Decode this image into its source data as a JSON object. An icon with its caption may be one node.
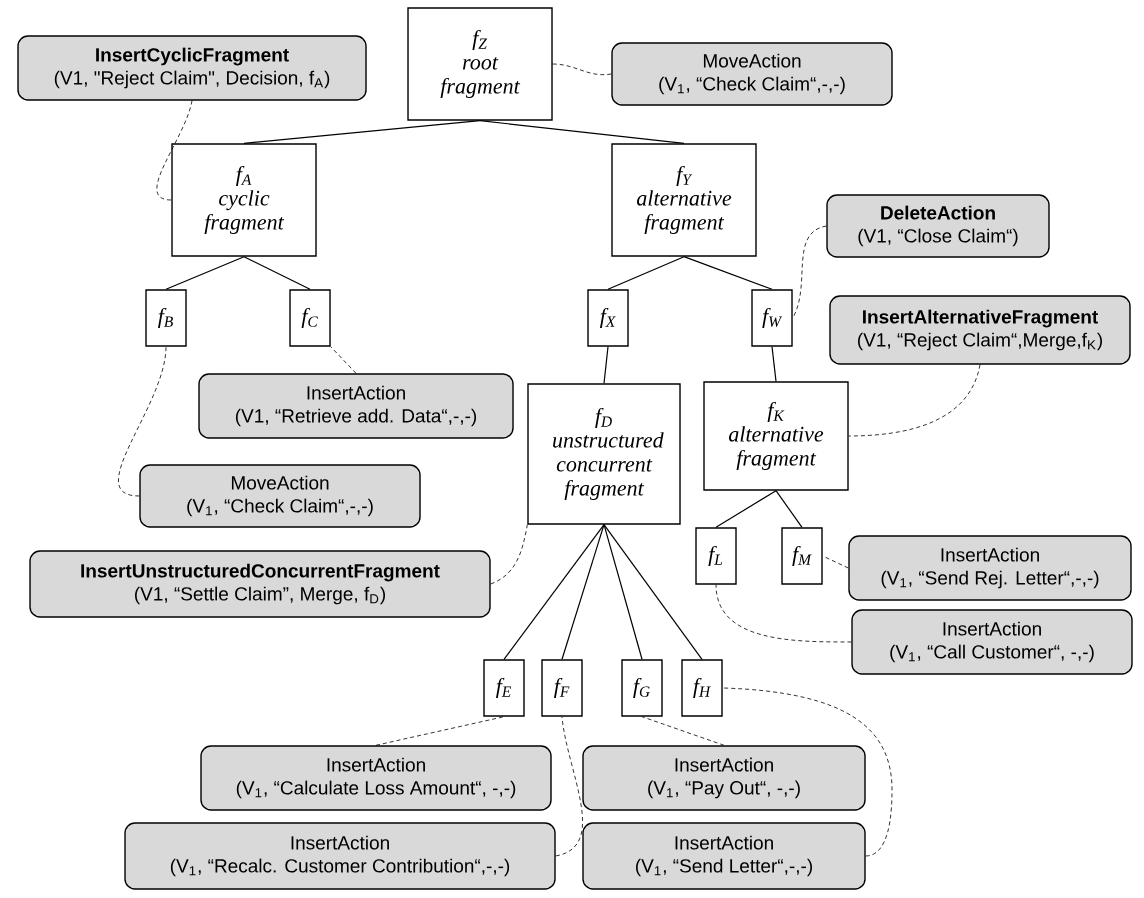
{
  "diagram": {
    "nodes": [
      {
        "text": [
          "f$_{Z}$",
          "root fragment"
        ]
      },
      {
        "text": [
          "f$_{A}$",
          "cyclic fragment"
        ]
      },
      {
        "text": [
          "f$_{Y}$",
          "alternative fragment"
        ]
      },
      {
        "text": [
          "f$_{B}$"
        ]
      },
      {
        "text": [
          "f$_{C}$"
        ]
      },
      {
        "text": [
          "f$_{X}$"
        ]
      },
      {
        "text": [
          "f$_{W}$"
        ]
      },
      {
        "text": [
          "f$_{D}$",
          "unstructured concurrent fragment"
        ]
      },
      {
        "text": [
          "f$_{K}$",
          "alternative fragment"
        ]
      },
      {
        "text": [
          "f$_{L}$"
        ]
      },
      {
        "text": [
          "f$_{M}$"
        ]
      },
      {
        "text": [
          "f$_{E}$"
        ]
      },
      {
        "text": [
          "f$_{F}$"
        ]
      },
      {
        "text": [
          "f$_{G}$"
        ]
      },
      {
        "text": [
          "f$_{H}$"
        ]
      },
      {
        "text": [
          "InsertCyclicFragment",
          "(V1, \"Reject Claim\", Decision, f$_{A}$)"
        ]
      },
      {
        "text": [
          "MoveAction",
          "(V$_{1}$, “Check Claim“,-,-)"
        ]
      },
      {
        "text": [
          "DeleteAction",
          "(V1, “Close Claim“)"
        ]
      },
      {
        "text": [
          "InsertAlternativeFragment",
          "(V1, “Reject Claim“,Merge,f$_{K}$)"
        ]
      },
      {
        "text": [
          "InsertAction",
          "(V1, “Retrieve add. Data“,-,-)"
        ]
      },
      {
        "text": [
          "MoveAction",
          "(V$_{1}$, “Check Claim“,-,-)"
        ]
      },
      {
        "text": [
          "InsertUnstructuredConcurrentFragment",
          "(V1, “Settle Claim”, Merge, f$_{D}$)"
        ]
      },
      {
        "text": [
          "InsertAction",
          "(V$_{1}$, “Send Rej. Letter“,-,-)"
        ]
      },
      {
        "text": [
          "InsertAction",
          "(V$_{1}$, “Call Customer“, -,-)"
        ]
      },
      {
        "text": [
          "InsertAction",
          "(V$_{1}$, “Calculate Loss Amount“, -,-)"
        ]
      },
      {
        "text": [
          "InsertAction",
          "(V$_{1}$, “Pay Out“, -,-)"
        ]
      },
      {
        "text": [
          "InsertAction",
          "(V$_{1}$, “Recalc. Customer Contribution“,-,-)"
        ]
      },
      {
        "text": [
          "InsertAction",
          "(V$_{1}$, “Send Letter“,-,-)"
        ]
      }
    ],
    "edges": [
      {
        "from": 0,
        "to": 1,
        "arrow": "none"
      },
      {
        "from": 0,
        "to": 2,
        "arrow": "none"
      },
      {
        "from": 1,
        "to": 3,
        "arrow": "none"
      },
      {
        "from": 1,
        "to": 4,
        "arrow": "none"
      },
      {
        "from": 2,
        "to": 5,
        "arrow": "none"
      },
      {
        "from": 2,
        "to": 6,
        "arrow": "none"
      },
      {
        "from": 5,
        "to": 7,
        "arrow": "none"
      },
      {
        "from": 6,
        "to": 8,
        "arrow": "none"
      },
      {
        "from": 8,
        "to": 9,
        "arrow": "none"
      },
      {
        "from": 8,
        "to": 10,
        "arrow": "none"
      },
      {
        "from": 7,
        "to": 11,
        "arrow": "none"
      },
      {
        "from": 7,
        "to": 12,
        "arrow": "none"
      },
      {
        "from": 7,
        "to": 13,
        "arrow": "none"
      },
      {
        "from": 7,
        "to": 14,
        "arrow": "none"
      },
      {
        "from": 15,
        "to": 1,
        "arrow": "none",
        "style": "dashed"
      },
      {
        "from": 0,
        "to": 16,
        "arrow": "none",
        "style": "dashed"
      },
      {
        "from": 19,
        "to": 4,
        "arrow": "none",
        "style": "dashed"
      },
      {
        "from": 20,
        "to": 3,
        "arrow": "none",
        "style": "dashed"
      },
      {
        "from": 17,
        "to": 6,
        "arrow": "none",
        "style": "dashed"
      },
      {
        "from": 18,
        "to": 8,
        "arrow": "none",
        "style": "dashed"
      },
      {
        "from": 21,
        "to": 7,
        "arrow": "none",
        "style": "dashed"
      },
      {
        "from": 22,
        "to": 10,
        "arrow": "none",
        "style": "dashed"
      },
      {
        "from": 23,
        "to": 9,
        "arrow": "none",
        "style": "dashed"
      },
      {
        "from": 24,
        "to": 11,
        "arrow": "none",
        "style": "dashed"
      },
      {
        "from": 25,
        "to": 13,
        "arrow": "none",
        "style": "dashed"
      },
      {
        "from": 26,
        "to": 12,
        "arrow": "none",
        "style": "dashed"
      },
      {
        "from": 27,
        "to": 14,
        "arrow": "none",
        "style": "dashed"
      }
    ]
  }
}
